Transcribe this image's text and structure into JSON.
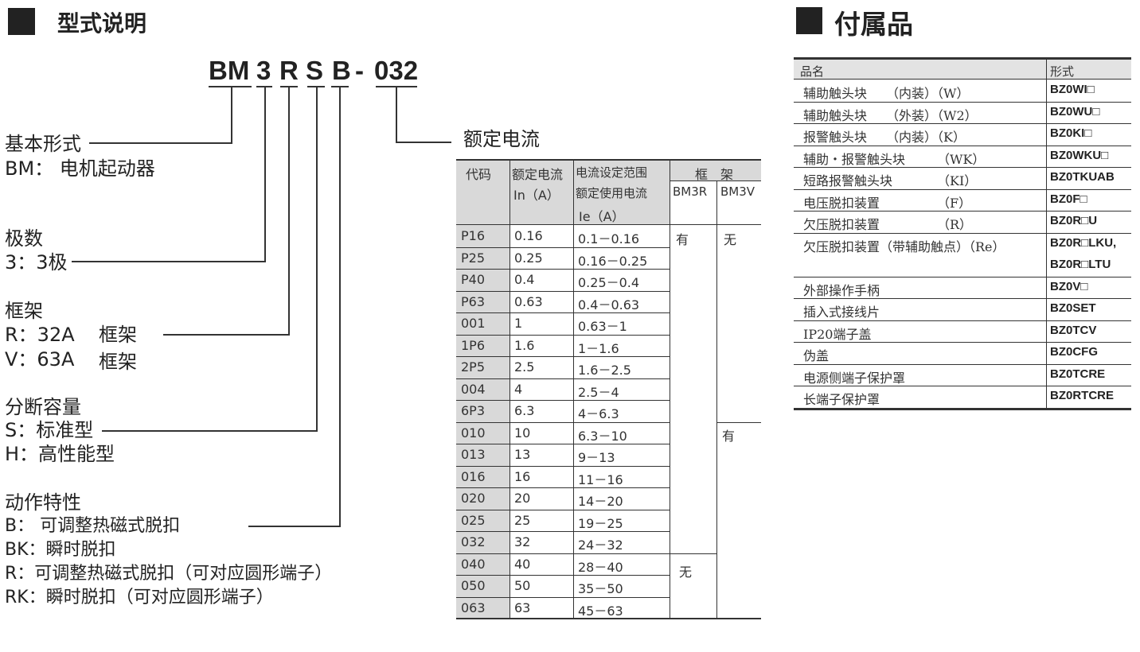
{
  "left": {
    "title": "型式说明",
    "code": {
      "bm": "BM",
      "p": "3",
      "f": "R",
      "s": "S",
      "c": "B",
      "dash": "-",
      "amp": "032"
    },
    "basic": {
      "heading": "基本形式",
      "line": "BM： 电机起动器"
    },
    "poles": {
      "heading": "极数",
      "line": "3：3极"
    },
    "frame": {
      "heading": "框架",
      "r": "R：32A",
      "v": "V：63A",
      "label": "框架"
    },
    "breaking": {
      "heading": "分断容量",
      "s": "S：标准型",
      "h": "H：高性能型"
    },
    "action": {
      "heading": "动作特性",
      "items": [
        "B： 可调整热磁式脱扣",
        "BK：瞬时脱扣",
        "R：可调整热磁式脱扣（可对应圆形端子）",
        "RK：瞬时脱扣（可对应圆形端子）"
      ]
    },
    "rated_label": "额定电流"
  },
  "rating_table": {
    "headers": {
      "code": "代码",
      "rated_l1": "额定电流",
      "rated_l2": "In（A）",
      "range_l1": "电流设定范围",
      "range_l2": "额定使用电流",
      "range_l3": "Ie（A）",
      "frame": "框　架",
      "bm3r": "BM3R",
      "bm3v": "BM3V"
    },
    "rows": [
      {
        "code": "P16",
        "in": "0.16",
        "range": "0.1－0.16"
      },
      {
        "code": "P25",
        "in": "0.25",
        "range": "0.16－0.25"
      },
      {
        "code": "P40",
        "in": "0.4",
        "range": "0.25－0.4"
      },
      {
        "code": "P63",
        "in": "0.63",
        "range": "0.4－0.63"
      },
      {
        "code": "001",
        "in": "1",
        "range": "0.63－1"
      },
      {
        "code": "1P6",
        "in": "1.6",
        "range": "1－1.6"
      },
      {
        "code": "2P5",
        "in": "2.5",
        "range": "1.6－2.5"
      },
      {
        "code": "004",
        "in": "4",
        "range": "2.5－4"
      },
      {
        "code": "6P3",
        "in": "6.3",
        "range": "4－6.3"
      },
      {
        "code": "010",
        "in": "10",
        "range": "6.3－10"
      },
      {
        "code": "013",
        "in": "13",
        "range": "9－13"
      },
      {
        "code": "016",
        "in": "16",
        "range": "11－16"
      },
      {
        "code": "020",
        "in": "20",
        "range": "14－20"
      },
      {
        "code": "025",
        "in": "25",
        "range": "19－25"
      },
      {
        "code": "032",
        "in": "32",
        "range": "24－32"
      },
      {
        "code": "040",
        "in": "40",
        "range": "28－40"
      },
      {
        "code": "050",
        "in": "50",
        "range": "35－50"
      },
      {
        "code": "063",
        "in": "63",
        "range": "45－63"
      }
    ],
    "avail": {
      "r_yes": "有",
      "r_no": "无",
      "v_no": "无",
      "v_yes": "有"
    }
  },
  "accessories": {
    "title": "付属品",
    "headers": {
      "name": "品名",
      "model": "形式"
    },
    "rows": [
      {
        "name": "辅助触头块　　（内装）（W）",
        "model": "BZ0WI□"
      },
      {
        "name": "辅助触头块　　（外装）（W2）",
        "model": "BZ0WU□"
      },
      {
        "name": "报警触头块　　（内装）（K）",
        "model": "BZ0KI□"
      },
      {
        "name": "辅助・报警触头块　　　（WK）",
        "model": "BZ0WKU□"
      },
      {
        "name": "短路报警触头块　　　　（KI）",
        "model": "BZ0TKUAB"
      },
      {
        "name": "电压脱扣装置　　　　　（F）",
        "model": "BZ0F□"
      },
      {
        "name": "欠压脱扣装置　　　　　（R）",
        "model": "BZ0R□U"
      },
      {
        "name": "欠压脱扣装置（带辅助触点）（Re）",
        "model": "BZ0R□LKU,",
        "model2": "BZ0R□LTU"
      },
      {
        "name": "外部操作手柄",
        "model": "BZ0V□"
      },
      {
        "name": "插入式接线片",
        "model": "BZ0SET"
      },
      {
        "name": "IP20端子盖",
        "model": "BZ0TCV"
      },
      {
        "name": "伪盖",
        "model": "BZ0CFG"
      },
      {
        "name": "电源侧端子保护罩",
        "model": "BZ0TCRE"
      },
      {
        "name": "长端子保护罩",
        "model": "BZ0RTCRE"
      }
    ]
  }
}
